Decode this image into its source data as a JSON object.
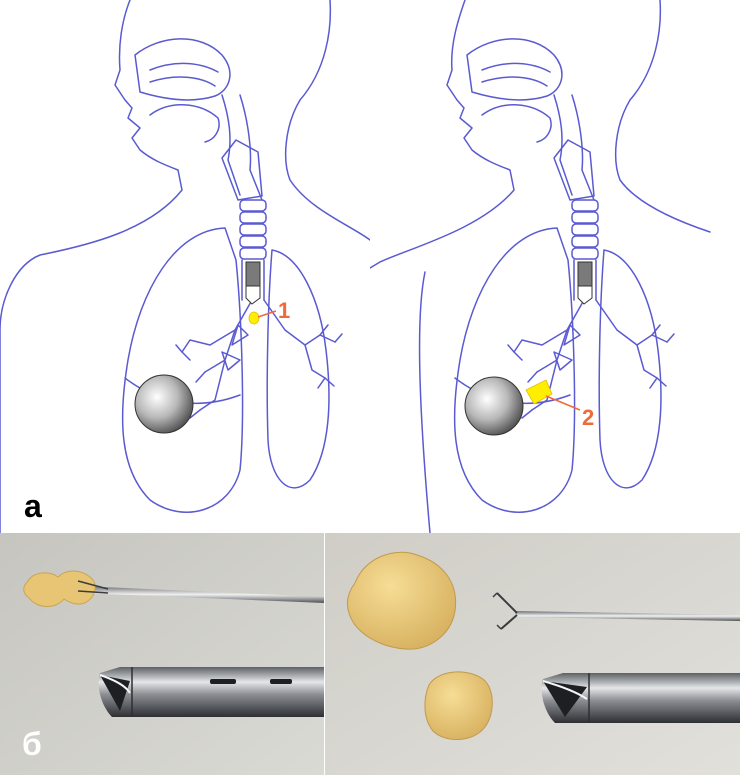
{
  "panels": {
    "diagrams_label": "а",
    "photos_label": "б"
  },
  "markers": {
    "one": "1",
    "two": "2"
  },
  "colors": {
    "outline": "#5a5ad2",
    "marker": "#f06a3a",
    "foreign_body": "#ffee00",
    "sponge": "#e9c97a",
    "photo_bg": "#cfcfca",
    "steel": "#a9acb0"
  }
}
